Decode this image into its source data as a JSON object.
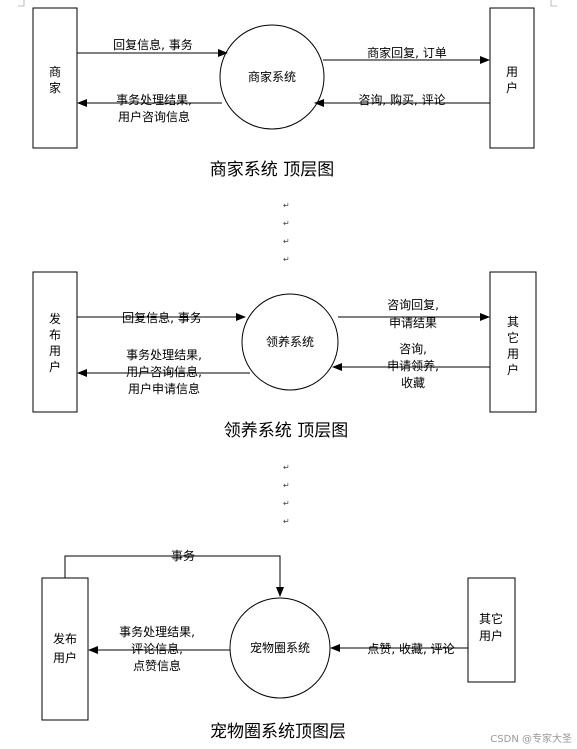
{
  "diagram1": {
    "merchant": [
      "商",
      "家"
    ],
    "user": [
      "用",
      "户"
    ],
    "system": "商家系统",
    "flow_in_left": "回复信息, 事务",
    "flow_out_left": [
      "事务处理结果,",
      "用户咨询信息"
    ],
    "flow_out_right": "商家回复, 订单",
    "flow_in_right": "咨询, 购买, 评论",
    "title": "商家系统  顶层图"
  },
  "diagram2": {
    "publisher": [
      "发",
      "布",
      "用",
      "户"
    ],
    "others": [
      "其",
      "它",
      "用",
      "户"
    ],
    "system": "领养系统",
    "flow_in_left": "回复信息, 事务",
    "flow_out_left": [
      "事务处理结果,",
      "用户咨询信息,",
      "用户申请信息"
    ],
    "flow_out_right": [
      "咨询回复,",
      "申请结果"
    ],
    "flow_in_right": [
      "咨询,",
      "申请领养,",
      "收藏"
    ],
    "title": "领养系统  顶层图"
  },
  "diagram3": {
    "publisher": [
      "发布",
      "用户"
    ],
    "others": [
      "其它",
      "用户"
    ],
    "system": "宠物圈系统",
    "flow_top": "事务",
    "flow_out_left": [
      "事务处理结果,",
      "评论信息,",
      "点赞信息"
    ],
    "flow_in_right": "点赞, 收藏, 评论",
    "title": "宠物圈系统顶图层"
  },
  "paragraph_mark": "↵",
  "watermark": "CSDN @专家大圣"
}
